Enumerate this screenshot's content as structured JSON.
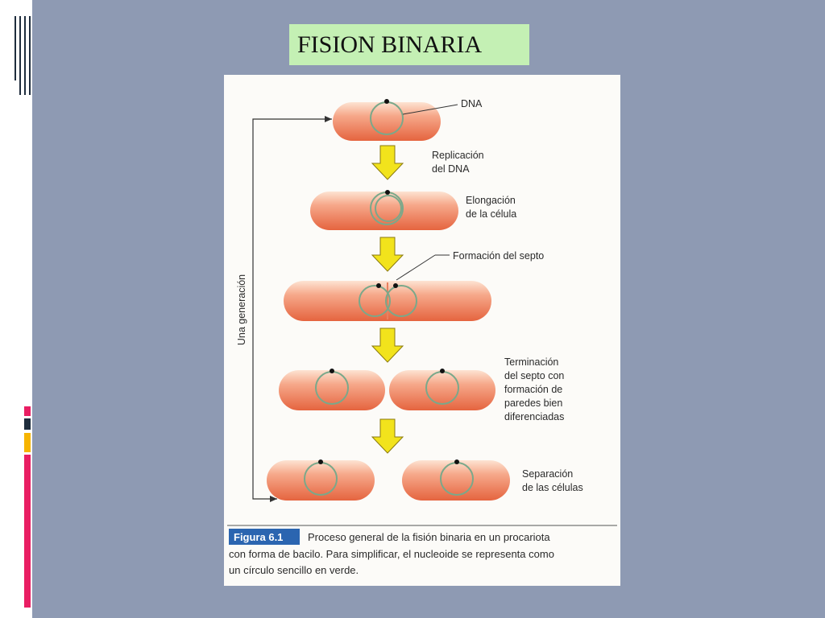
{
  "slide": {
    "title": "FISION BINARIA",
    "accent_colors": [
      "#e91e63",
      "#1f2d3d",
      "#f6b400"
    ]
  },
  "figure": {
    "labels": {
      "dna": "DNA",
      "replicacion_1": "Replicación",
      "replicacion_2": "del DNA",
      "elongacion_1": "Elongación",
      "elongacion_2": "de la célula",
      "septo": "Formación del septo",
      "terminacion_1": "Terminación",
      "terminacion_2": "del septo con",
      "terminacion_3": "formación de",
      "terminacion_4": "paredes bien",
      "terminacion_5": "diferenciadas",
      "separacion_1": "Separación",
      "separacion_2": "de las células",
      "generacion": "Una generación"
    },
    "caption": {
      "figure_label": "Figura 6.1",
      "line1": "Proceso general de la fisión binaria en un procariota",
      "line2": "con forma de bacilo. Para simplificar, el nucleoide se representa como",
      "line3": "un círculo sencillo en verde."
    }
  }
}
